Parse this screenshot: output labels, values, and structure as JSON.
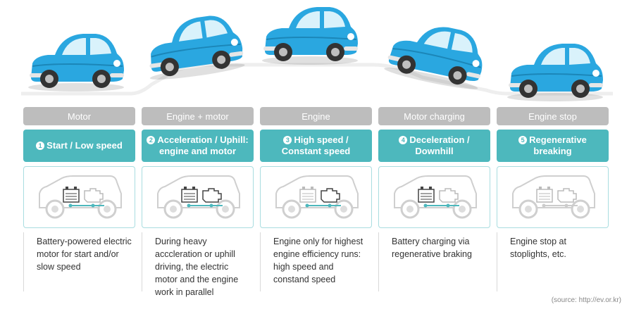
{
  "columns": [
    {
      "mode": "Motor",
      "num": "1",
      "step": "Start / Low speed",
      "desc": "Battery-powered electric motor for start and/or slow speed",
      "battery_active": true,
      "engine_active": false
    },
    {
      "mode": "Engine + motor",
      "num": "2",
      "step": "Acceleration / Uphill: engine and motor",
      "desc": "During heavy acccleration or uphill driving, the electric motor and the engine work in parallel",
      "battery_active": true,
      "engine_active": true
    },
    {
      "mode": "Engine",
      "num": "3",
      "step": "High speed / Constant speed",
      "desc": "Engine only for highest engine efficiency runs: high speed and constand speed",
      "battery_active": false,
      "engine_active": true
    },
    {
      "mode": "Motor charging",
      "num": "4",
      "step": "Deceleration / Downhill",
      "desc": "Battery charging via regenerative braking",
      "battery_active": true,
      "engine_active": false
    },
    {
      "mode": "Engine stop",
      "num": "5",
      "step": "Regenerative breaking",
      "desc": "Engine stop at stoplights, etc.",
      "battery_active": false,
      "engine_active": false
    }
  ],
  "source": "(source: http://ev.or.kr)",
  "colors": {
    "mode_bg": "#bdbdbd",
    "step_bg": "#4db8bd",
    "car_body": "#2aa7e0",
    "active_line": "#4db8bd"
  }
}
